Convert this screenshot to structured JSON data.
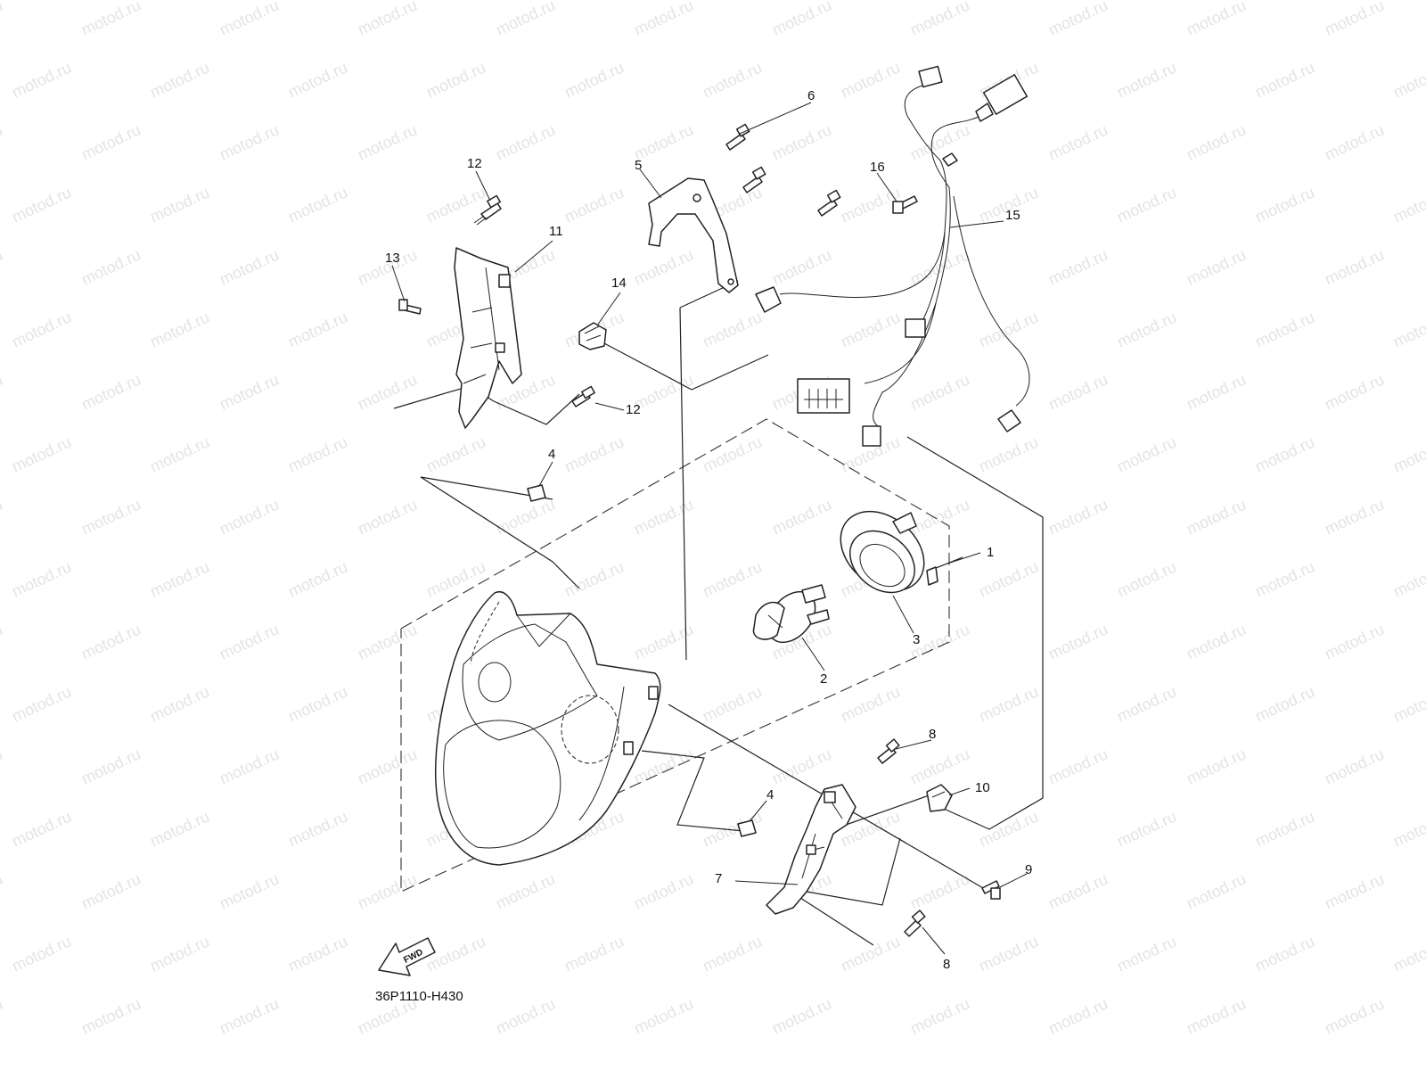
{
  "watermark": "motod.ru",
  "part_code": "36P1110-H430",
  "fwd_label": "FWD",
  "callouts": {
    "c1": "1",
    "c2": "2",
    "c3": "3",
    "c4a": "4",
    "c4b": "4",
    "c5": "5",
    "c6": "6",
    "c7": "7",
    "c8a": "8",
    "c8b": "8",
    "c9": "9",
    "c10": "10",
    "c11": "11",
    "c12a": "12",
    "c12b": "12",
    "c13": "13",
    "c14": "14",
    "c15": "15",
    "c16": "16"
  },
  "colors": {
    "line": "#222222",
    "watermark": "#e4e4e4",
    "background": "#ffffff"
  }
}
